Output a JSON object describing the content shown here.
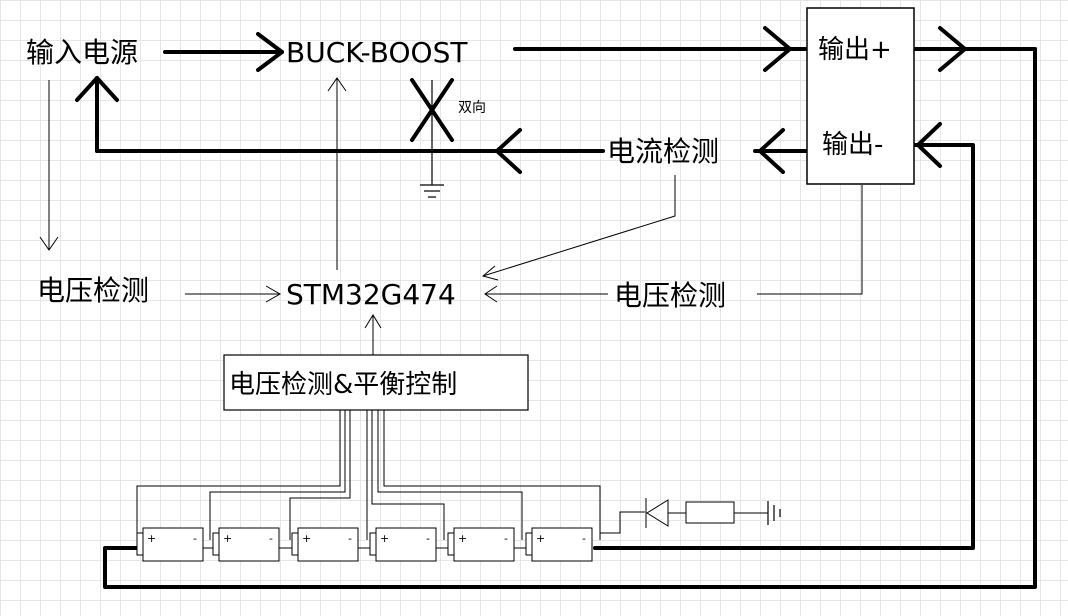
{
  "labels": {
    "input_power": "输入电源",
    "buck_boost": "BUCK-BOOST",
    "bidirectional": "双向",
    "current_sense": "电流检测",
    "output_plus": "输出+",
    "output_minus": "输出-",
    "voltage_sense_left": "电压检测",
    "mcu": "STM32G474",
    "voltage_sense_right": "电压检测",
    "balance_control": "电压检测&平衡控制"
  },
  "battery": {
    "plus": "+",
    "minus": "-"
  }
}
